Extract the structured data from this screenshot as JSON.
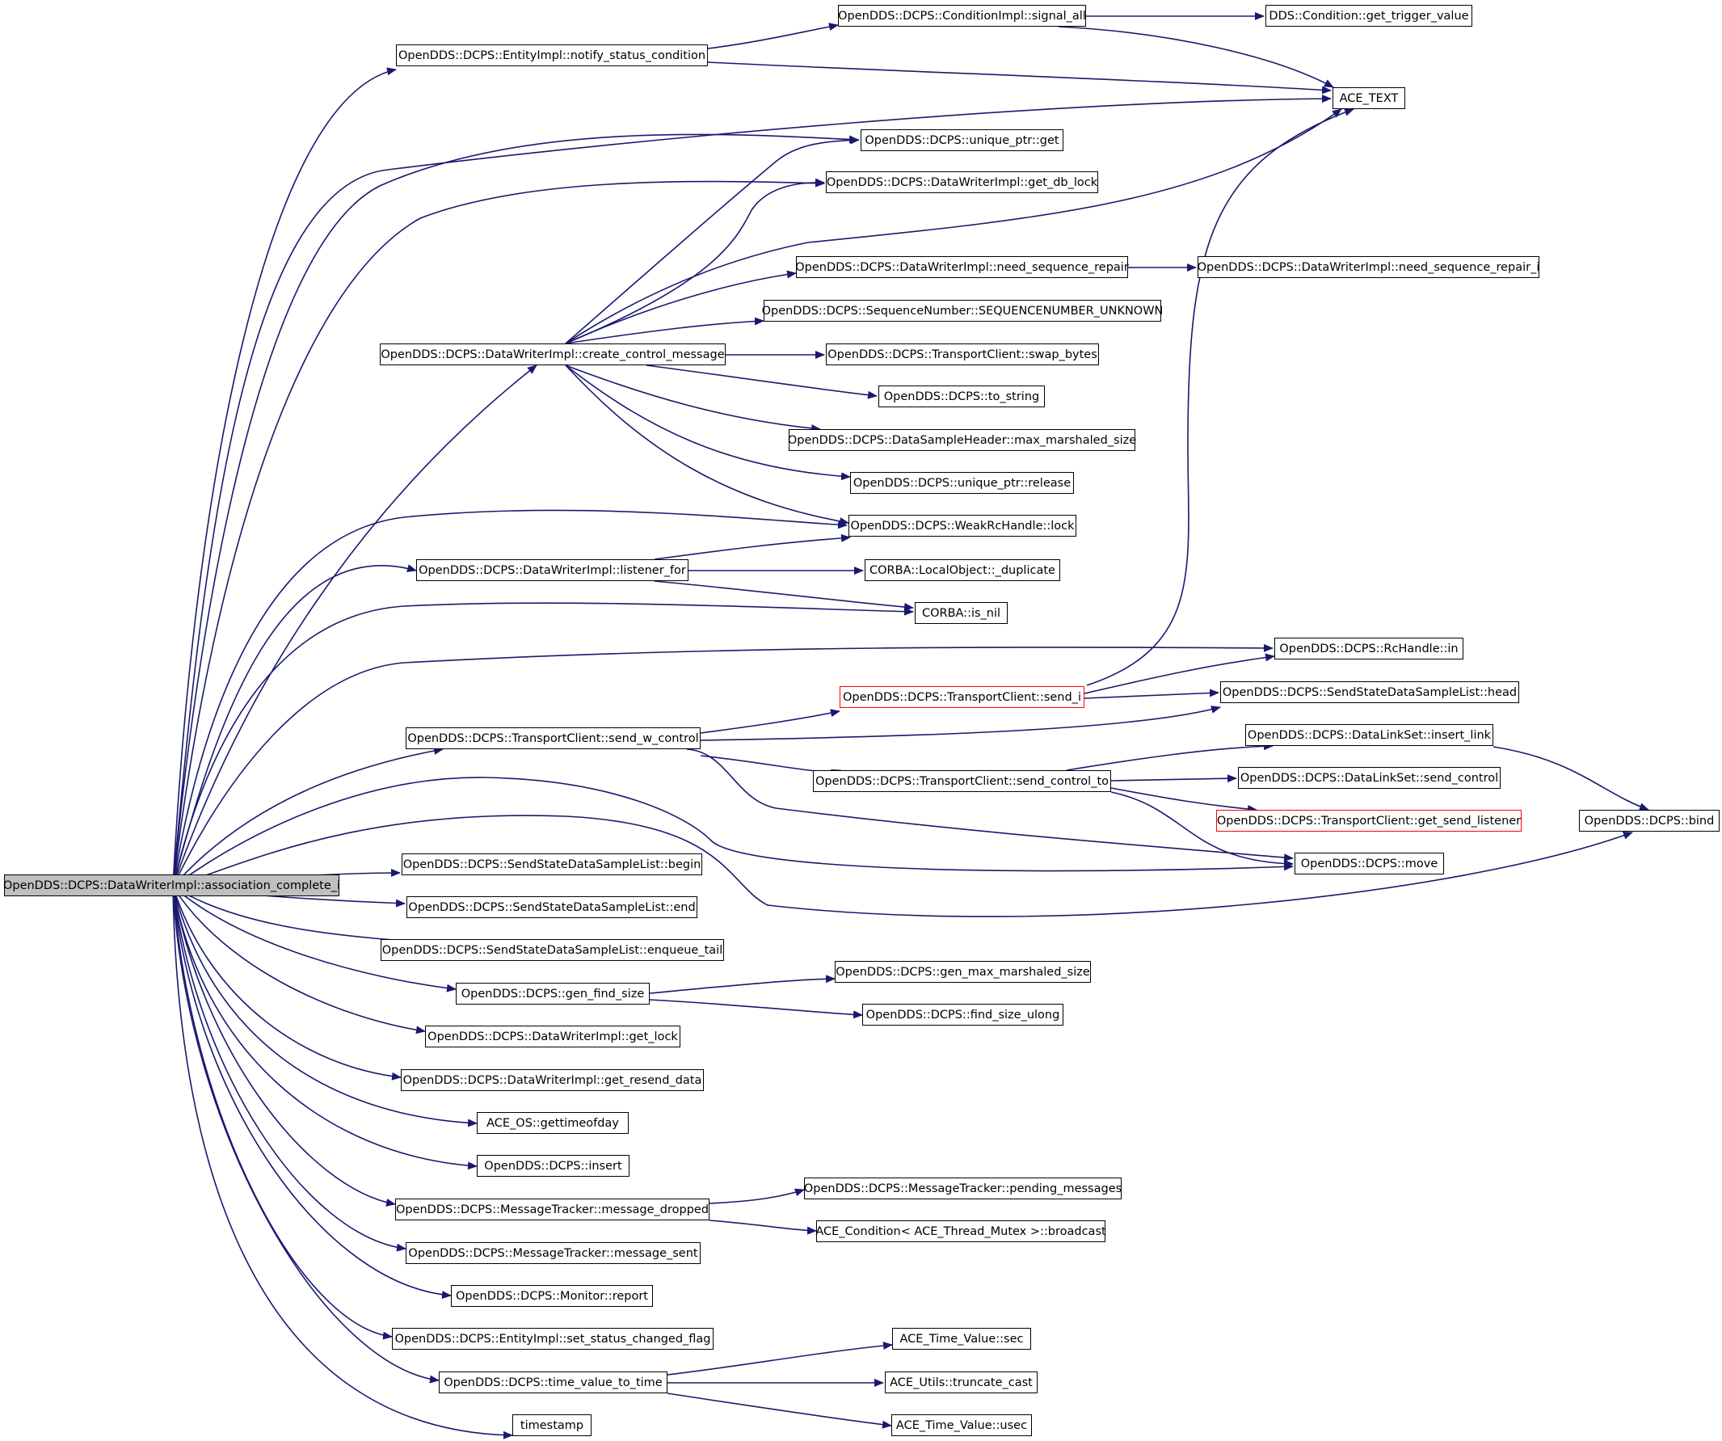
{
  "colors": {
    "edge": "#191970",
    "node_border": "#000000",
    "root_fill": "#bfbfbf",
    "truncated_border": "#ff0000"
  },
  "nodes": {
    "assoc": "OpenDDS::DCPS::DataWriterImpl::association_complete_i",
    "notify": "OpenDDS::DCPS::EntityImpl::notify_status_condition",
    "signal_all": "OpenDDS::DCPS::ConditionImpl::signal_all",
    "get_trigger": "DDS::Condition::get_trigger_value",
    "ace_text": "ACE_TEXT",
    "uptr_get": "OpenDDS::DCPS::unique_ptr::get",
    "get_db_lock": "OpenDDS::DCPS::DataWriterImpl::get_db_lock",
    "need_seq": "OpenDDS::DCPS::DataWriterImpl::need_sequence_repair",
    "need_seq_i": "OpenDDS::DCPS::DataWriterImpl::need_sequence_repair_i",
    "seq_unknown": "OpenDDS::DCPS::SequenceNumber::SEQUENCENUMBER_UNKNOWN",
    "create_ctrl": "OpenDDS::DCPS::DataWriterImpl::create_control_message",
    "swap_bytes": "OpenDDS::DCPS::TransportClient::swap_bytes",
    "to_string": "OpenDDS::DCPS::to_string",
    "max_marsh": "OpenDDS::DCPS::DataSampleHeader::max_marshaled_size",
    "uptr_release": "OpenDDS::DCPS::unique_ptr::release",
    "weak_lock": "OpenDDS::DCPS::WeakRcHandle::lock",
    "listener_for": "OpenDDS::DCPS::DataWriterImpl::listener_for",
    "dup": "CORBA::LocalObject::_duplicate",
    "is_nil": "CORBA::is_nil",
    "rc_in": "OpenDDS::DCPS::RcHandle::in",
    "send_i": "OpenDDS::DCPS::TransportClient::send_i",
    "sslist_head": "OpenDDS::DCPS::SendStateDataSampleList::head",
    "send_w_ctrl": "OpenDDS::DCPS::TransportClient::send_w_control",
    "insert_link": "OpenDDS::DCPS::DataLinkSet::insert_link",
    "send_ctrl_to": "OpenDDS::DCPS::TransportClient::send_control_to",
    "dls_send_ctrl": "OpenDDS::DCPS::DataLinkSet::send_control",
    "get_send_listener": "OpenDDS::DCPS::TransportClient::get_send_listener",
    "bind": "OpenDDS::DCPS::bind",
    "move": "OpenDDS::DCPS::move",
    "begin": "OpenDDS::DCPS::SendStateDataSampleList::begin",
    "end": "OpenDDS::DCPS::SendStateDataSampleList::end",
    "enqueue_tail": "OpenDDS::DCPS::SendStateDataSampleList::enqueue_tail",
    "gen_find_size": "OpenDDS::DCPS::gen_find_size",
    "gen_max_marsh": "OpenDDS::DCPS::gen_max_marshaled_size",
    "find_size_ulong": "OpenDDS::DCPS::find_size_ulong",
    "get_lock": "OpenDDS::DCPS::DataWriterImpl::get_lock",
    "get_resend": "OpenDDS::DCPS::DataWriterImpl::get_resend_data",
    "gettimeofday": "ACE_OS::gettimeofday",
    "insert": "OpenDDS::DCPS::insert",
    "msg_dropped": "OpenDDS::DCPS::MessageTracker::message_dropped",
    "pending": "OpenDDS::DCPS::MessageTracker::pending_messages",
    "broadcast": "ACE_Condition< ACE_Thread_Mutex >::broadcast",
    "msg_sent": "OpenDDS::DCPS::MessageTracker::message_sent",
    "report": "OpenDDS::DCPS::Monitor::report",
    "set_status": "OpenDDS::DCPS::EntityImpl::set_status_changed_flag",
    "tv_to_time": "OpenDDS::DCPS::time_value_to_time",
    "tv_sec": "ACE_Time_Value::sec",
    "truncate": "ACE_Utils::truncate_cast",
    "tv_usec": "ACE_Time_Value::usec",
    "timestamp": "timestamp"
  }
}
